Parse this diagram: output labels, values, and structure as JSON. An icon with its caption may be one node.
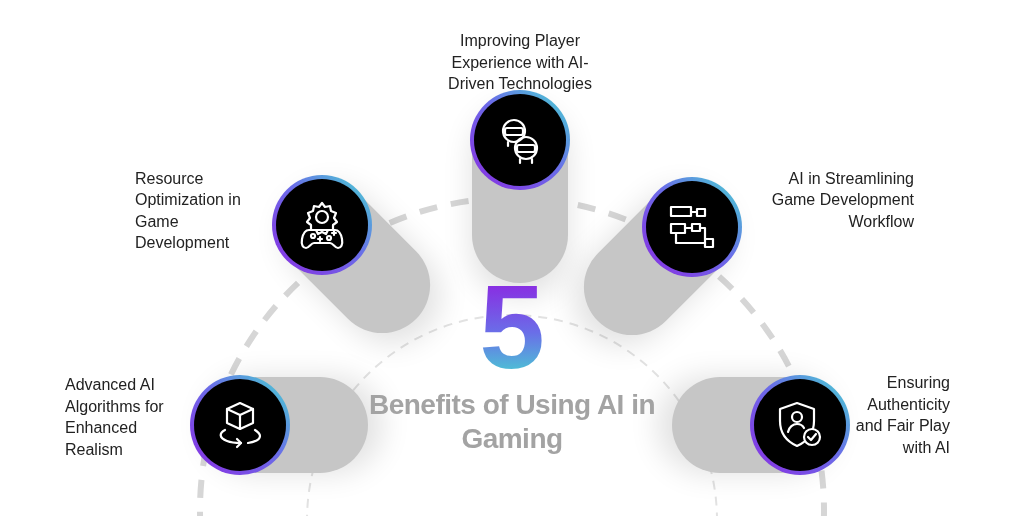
{
  "diagram": {
    "title": "Benefits of Using AI in Gaming",
    "nodes": [
      {
        "text": [
          "Improving Player Experience with AI-Driven Technologies"
        ]
      },
      {
        "text": [
          "Resource Optimization in Game Development"
        ]
      },
      {
        "text": [
          "AI in Streamlining Game Development Workflow"
        ]
      },
      {
        "text": [
          "Advanced AI Algorithms for Enhanced Realism"
        ]
      },
      {
        "text": [
          "Ensuring Authenticity and Fair Play with AI"
        ]
      }
    ],
    "edges": [],
    "labels": [
      "5"
    ]
  }
}
